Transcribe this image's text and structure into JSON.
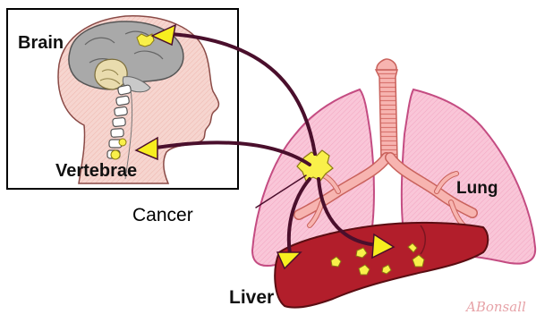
{
  "labels": {
    "brain": "Brain",
    "vertebrae": "Vertebrae",
    "cancer": "Cancer",
    "lung": "Lung",
    "liver": "Liver",
    "signature": "ABonsall"
  },
  "colors": {
    "arrow": "#4a0f2c",
    "arrowhead": "#f7ee1f",
    "tumor": "#f9f04a",
    "lung_fill": "#f9c6d8",
    "lung_stroke": "#c44c82",
    "liver_fill": "#b21e2b",
    "trachea": "#f4a3a0",
    "brain": "#a9a9a9",
    "skin": "#f2c8c2"
  }
}
